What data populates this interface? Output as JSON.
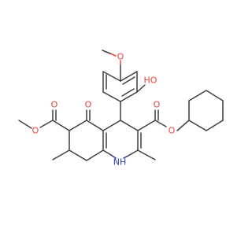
{
  "molecule": {
    "colors": {
      "carbon_bond": "#3f3f3f",
      "oxygen": "#e8423a",
      "nitrogen": "#2e3aa8",
      "background": "#ffffff"
    },
    "atom_labels": {
      "methoxy_oxygen": "O",
      "hydroxyl": "HO",
      "ketone_oxygen": "O",
      "ester_left_carbonyl_oxygen": "O",
      "ester_left_ether_oxygen": "O",
      "ester_right_carbonyl_oxygen": "O",
      "ester_right_ether_oxygen": "O",
      "ring_nitrogen": "NH"
    }
  }
}
